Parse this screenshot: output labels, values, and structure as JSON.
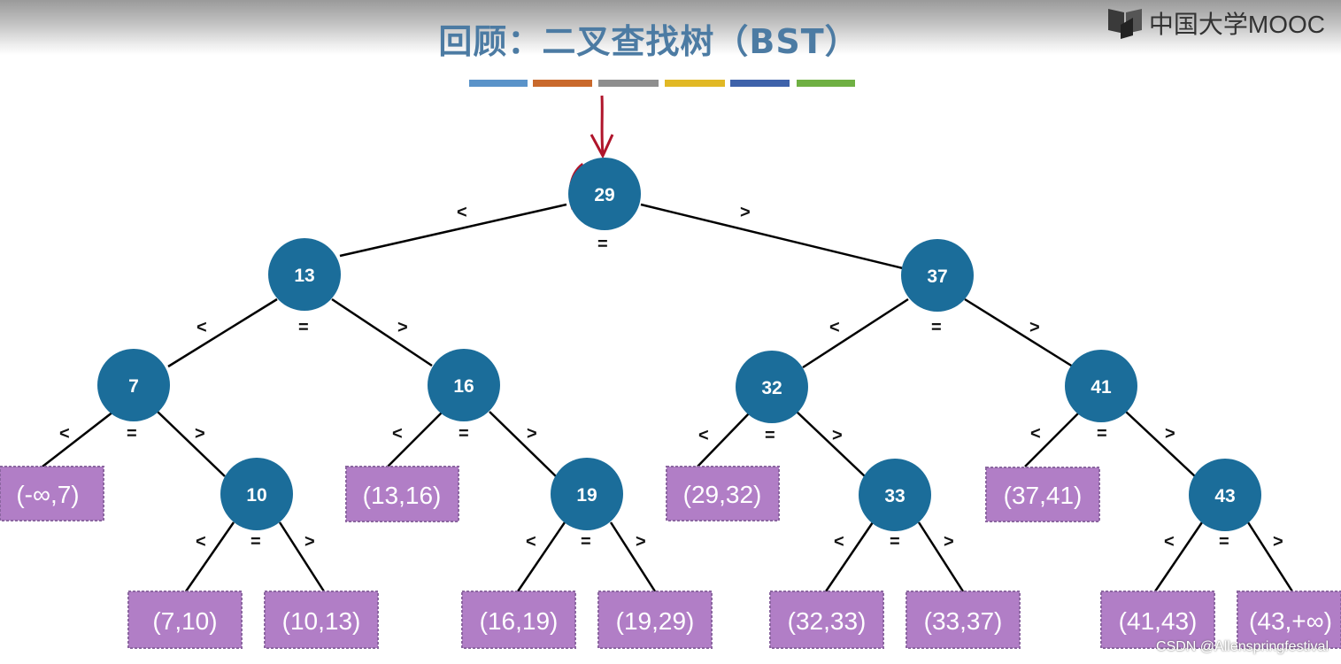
{
  "title": "回顾：二叉查找树（BST）",
  "logo": {
    "text": "中国大学MOOC",
    "icon": "mooc-book-icon"
  },
  "color_bar": [
    "#5a93c9",
    "#c9692c",
    "#8e8e8e",
    "#e1b825",
    "#3e62aa",
    "#6fb043"
  ],
  "tree": {
    "nodes": [
      {
        "id": "n29",
        "label": "29"
      },
      {
        "id": "n13",
        "label": "13"
      },
      {
        "id": "n37",
        "label": "37"
      },
      {
        "id": "n7",
        "label": "7"
      },
      {
        "id": "n16",
        "label": "16"
      },
      {
        "id": "n32",
        "label": "32"
      },
      {
        "id": "n41",
        "label": "41"
      },
      {
        "id": "n10",
        "label": "10"
      },
      {
        "id": "n19",
        "label": "19"
      },
      {
        "id": "n33",
        "label": "33"
      },
      {
        "id": "n43",
        "label": "43"
      }
    ],
    "leaves": [
      {
        "id": "l1",
        "label": "(-∞,7)"
      },
      {
        "id": "l2",
        "label": "(13,16)"
      },
      {
        "id": "l3",
        "label": "(29,32)"
      },
      {
        "id": "l4",
        "label": "(37,41)"
      },
      {
        "id": "l5",
        "label": "(7,10)"
      },
      {
        "id": "l6",
        "label": "(10,13)"
      },
      {
        "id": "l7",
        "label": "(16,19)"
      },
      {
        "id": "l8",
        "label": "(19,29)"
      },
      {
        "id": "l9",
        "label": "(32,33)"
      },
      {
        "id": "l10",
        "label": "(33,37)"
      },
      {
        "id": "l11",
        "label": "(41,43)"
      },
      {
        "id": "l12",
        "label": "(43,+∞)"
      }
    ],
    "operators": {
      "less": "<",
      "equal": "=",
      "greater": ">"
    }
  },
  "watermark": "CSDN @Allenspringfestival"
}
